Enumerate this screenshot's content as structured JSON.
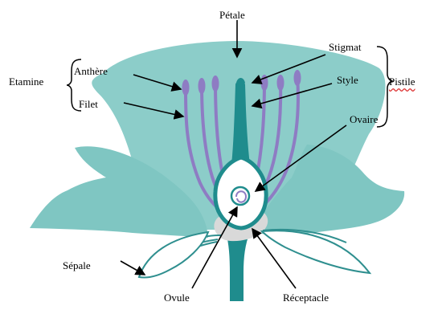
{
  "labels": {
    "petale": "Pétale",
    "stigmat": "Stigmat",
    "style": "Style",
    "ovaire": "Ovaire",
    "pistile": "Pistile",
    "etamine": "Etamine",
    "anthere": "Anthère",
    "filet": "Filet",
    "sepale": "Sépale",
    "ovule": "Ovule",
    "receptacle": "Réceptacle"
  },
  "colors": {
    "petal": "#8ccdc9",
    "leaf": "#79c3bf",
    "stamen": "#8e7cc3",
    "pistil": "#1f8c8d",
    "receptacle": "#d9d9d9",
    "line": "#000000",
    "sepal_vein": "#2f8f8f"
  }
}
